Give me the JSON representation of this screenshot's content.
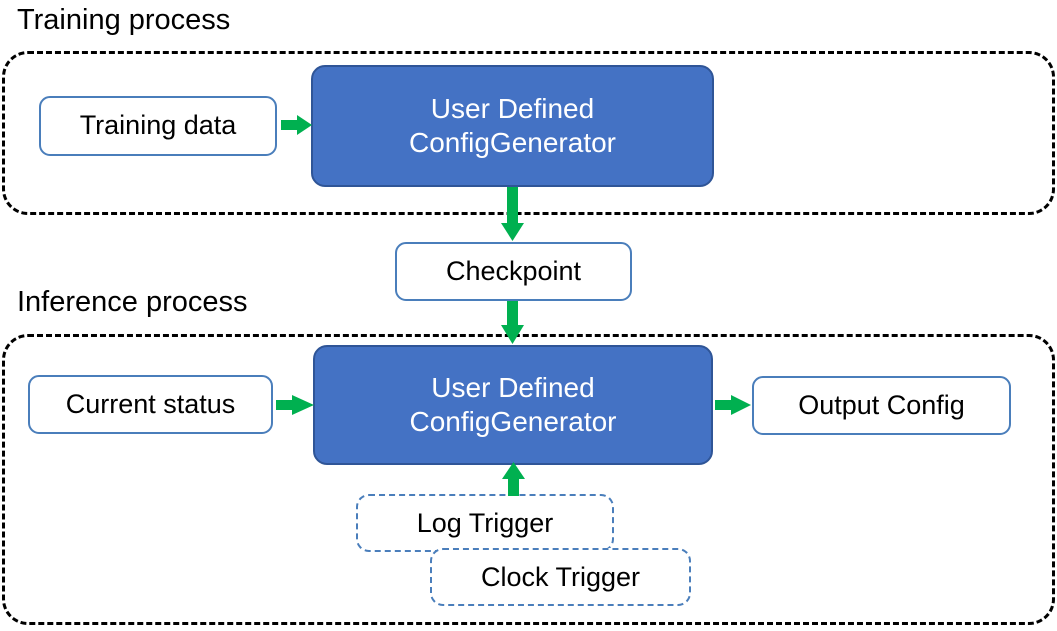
{
  "diagram": {
    "title_training": "Training process",
    "title_inference": "Inference process",
    "colors": {
      "process_fill": "#4472C4",
      "process_border": "#2F5597",
      "node_border": "#4A7EBB",
      "arrow": "#00B050",
      "group_border": "#000000",
      "text_dark": "#000000",
      "text_light": "#FFFFFF"
    },
    "nodes": {
      "training_data": "Training data",
      "config_generator_training_line1": "User Defined",
      "config_generator_training_line2": "ConfigGenerator",
      "checkpoint": "Checkpoint",
      "current_status": "Current status",
      "config_generator_inference_line1": "User Defined",
      "config_generator_inference_line2": "ConfigGenerator",
      "output_config": "Output Config",
      "log_trigger": "Log Trigger",
      "clock_trigger": "Clock Trigger"
    },
    "edges": [
      {
        "from": "training_data",
        "to": "config_generator_training",
        "direction": "right"
      },
      {
        "from": "config_generator_training",
        "to": "checkpoint",
        "direction": "down"
      },
      {
        "from": "checkpoint",
        "to": "config_generator_inference",
        "direction": "down"
      },
      {
        "from": "current_status",
        "to": "config_generator_inference",
        "direction": "right"
      },
      {
        "from": "config_generator_inference",
        "to": "output_config",
        "direction": "right"
      },
      {
        "from": "log_trigger",
        "to": "config_generator_inference",
        "direction": "up"
      }
    ]
  }
}
